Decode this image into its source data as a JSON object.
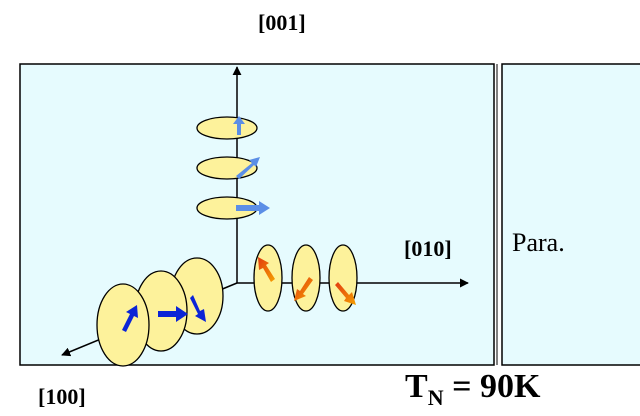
{
  "axes": {
    "z_label": "[001]",
    "y_label": "[010]",
    "x_label": "[100]"
  },
  "regions": {
    "para_label": "Para."
  },
  "transition": {
    "symbol": "T",
    "subscript": "N",
    "value": " = 90K"
  },
  "colors": {
    "panel_fill": "#e6fbfe",
    "ellipse_fill": "#fdf29b",
    "spin_light_blue": "#5b8ee6",
    "spin_dark_blue": "#0b24d6",
    "spin_red": "#e23a10",
    "spin_orange": "#f5a000"
  }
}
